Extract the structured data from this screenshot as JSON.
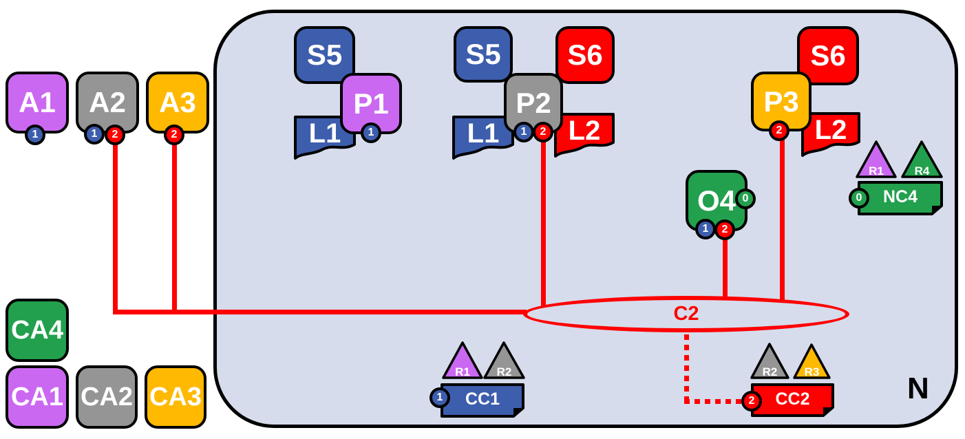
{
  "palette": {
    "blue": "#3D5DAD",
    "purple": "#CB68F2",
    "gray": "#959595",
    "orange": "#FFB900",
    "green": "#22A04D",
    "red": "#FF0000",
    "node_background": "#D6DCEC",
    "outline": "#000000"
  },
  "outside": {
    "a1": {
      "label": "A1",
      "badge_blue": "1"
    },
    "a2": {
      "label": "A2",
      "badge_blue": "1",
      "badge_red": "2"
    },
    "a3": {
      "label": "A3",
      "badge_red": "2"
    },
    "ca4": {
      "label": "CA4"
    },
    "ca1": {
      "label": "CA1"
    },
    "ca2": {
      "label": "CA2"
    },
    "ca3": {
      "label": "CA3"
    }
  },
  "node": {
    "label": "N",
    "pod1": {
      "s5": "S5",
      "p": "P1",
      "l1": "L1",
      "badge_blue": "1"
    },
    "pod2": {
      "s5": "S5",
      "s6": "S6",
      "p": "P2",
      "l1": "L1",
      "l2": "L2",
      "badge_blue": "1",
      "badge_red": "2"
    },
    "pod3": {
      "s6": "S6",
      "p": "P3",
      "l2": "L2",
      "badge_red": "2"
    },
    "o4": {
      "label": "O4",
      "badge_green": "0",
      "badge_blue": "1",
      "badge_red": "2"
    },
    "nc4": {
      "label": "NC4",
      "badge_green": "0",
      "tri_purple": "R1",
      "tri_green": "R4"
    },
    "cc1": {
      "label": "CC1",
      "badge_blue": "1",
      "tri_purple": "R1",
      "tri_gray": "R2"
    },
    "cc2": {
      "label": "CC2",
      "badge_red": "2",
      "tri_gray": "R2",
      "tri_orange": "R3"
    },
    "c2": {
      "label": "C2"
    }
  }
}
